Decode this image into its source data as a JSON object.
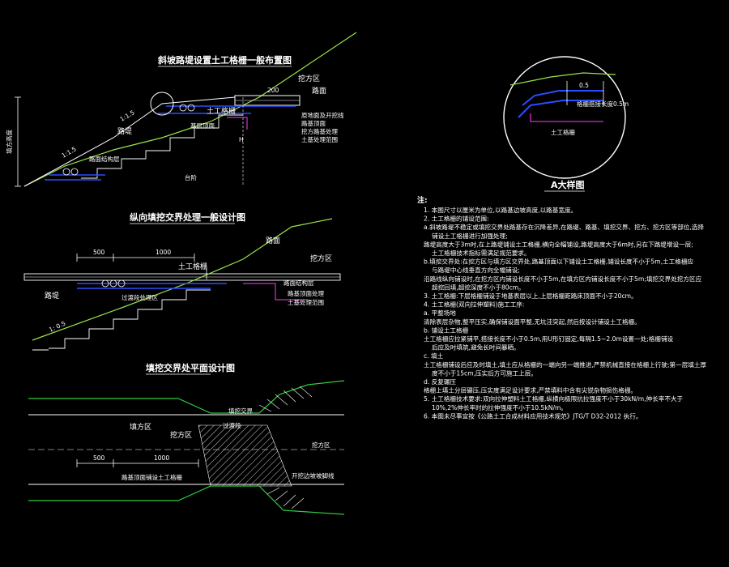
{
  "colors": {
    "background": "#000000",
    "slope_line": "#9be34a",
    "geogrid": "#2a4dff",
    "structure": "#ffffff",
    "cyan": "#00e5e5",
    "magenta": "#ff3bff",
    "green_band": "#2ecc40",
    "hatch": "#ffffff"
  },
  "section1": {
    "title": "斜坡路堤设置土工格栅一般布置图",
    "label_fill": "路堤",
    "label_slope": "1:1.5",
    "label_slope2": "1:1.5",
    "label_geogrid": "土工格栅",
    "label_subgrade": "挖方区",
    "label_road": "路面",
    "label_base": "基层顶面",
    "label_pavement": "路面结构层",
    "label_step": "台阶",
    "label_dim": "200",
    "label_height": "H",
    "label_left_dim": "填方高度",
    "label_note1": "原地面及开挖线",
    "label_note2": "路基顶面",
    "label_note3": "挖方路基处理",
    "label_note4": "土基处理范围"
  },
  "section2": {
    "title": "纵向填挖交界处理一般设计图",
    "dim_a": "500",
    "dim_b": "1000",
    "label_geogrid": "土工格栅",
    "label_road": "路面",
    "label_fill": "路堤",
    "label_cut": "挖方区",
    "label_slope": "1: 0.5",
    "label_zone": "过渡段处理区",
    "label_pave": "路面结构层",
    "label_note": "路基顶面处理",
    "label_note2": "土基处理范围"
  },
  "section3": {
    "title": "填挖交界处平面设计图",
    "label_cut": "挖方区",
    "label_fill": "填方区",
    "label_boundary": "填挖交界",
    "label_transition": "过渡段",
    "label_cut_r": "挖方区",
    "dim_a": "500",
    "dim_b": "1000",
    "label_grid_range": "路基顶面铺设土工格栅",
    "label_side": "开挖边坡坡脚线"
  },
  "detail": {
    "title": "A大样图",
    "label_overlap": "格栅搭接长度0.5m",
    "label_grid": "土工格栅",
    "label_dim": "0.5"
  },
  "notes": {
    "heading": "注:",
    "items": [
      "1. 本图尺寸以厘米为单位,以路基边坡高度,以路基宽度。",
      "2. 土工格栅的铺设范围:",
      "a.斜坡路堤不稳定或填挖交界处路基存在沉降差异,在路堤、路基、填挖交界、挖方、挖方区等部位,选择铺设土工格栅进行加强处理;",
      "路堤高度大于3m时,在上路堤铺设土工格栅,横向全幅铺设,路堤高度大于6m时,另在下路堤增设一层;土工格栅技术指标需满足规范要求。",
      "b.填挖交界处:在挖方区与填方区交界处,路基顶面以下铺设土工格栅,铺设长度不小于5m,土工格栅应与路堤中心线垂直方向全幅铺设;",
      "沿路线纵向铺设时,在挖方区内铺设长度不小于5m,在填方区内铺设长度不小于5m;填挖交界处挖方区应超挖回填,超挖深度不小于80cm。",
      "3. 土工格栅:下层格栅铺设于地基表层以上,上层格栅距路床顶面不小于20cm。",
      "4. 土工格栅(双向拉伸塑料)施工工序:",
      "a. 平整场地",
      "清除表层杂物,整平压实,确保铺设面平整,无坑洼突起,然后按设计铺设土工格栅。",
      "b. 铺设土工格栅",
      "土工格栅应拉紧铺平,搭接长度不小于0.5m,用U形钉固定,每隔1.5~2.0m设置一处;格栅铺设后应及时填筑,避免长时间暴晒。",
      "c. 填土",
      "土工格栅铺设后应及时填土,填土应从格栅的一端向另一端推进,严禁机械直接在格栅上行驶;第一层填土厚度不小于15cm,压实后方可施工上层。",
      "d. 反复碾压",
      "格栅上填土分层碾压,压实度满足设计要求,严禁填料中含有尖锐杂物损伤格栅。",
      "5. 土工格栅技术要求:双向拉伸塑料土工格栅,纵横向极限抗拉强度不小于30kN/m,伸长率不大于10%,2%伸长率时的拉伸强度不小于10.5kN/m。",
      "6. 本图未尽事宜按《公路土工合成材料应用技术规范》JTG/T D32-2012 执行。"
    ]
  }
}
